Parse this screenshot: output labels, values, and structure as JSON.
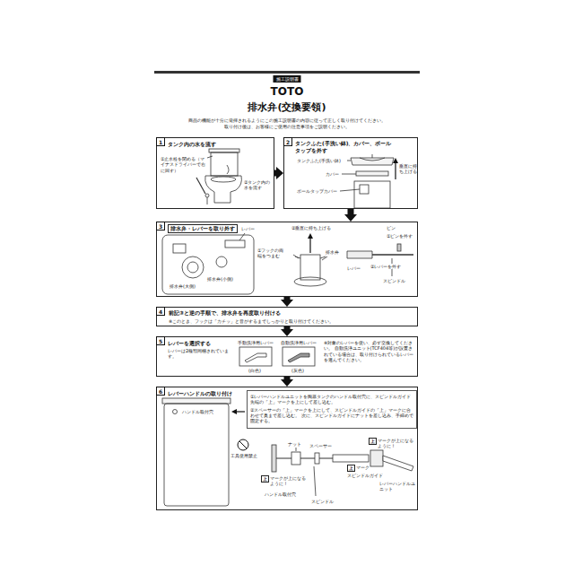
{
  "diagram": {
    "title": "排水弁(交換要領)",
    "nodes": [
      {
        "text": [
          "タンク内の水を流す"
        ]
      },
      {
        "text": [
          "1"
        ],
        "in": 0
      },
      {
        "text": [
          "タンクふた(手洗い鉢)、カバー、ボールタップを外す"
        ]
      },
      {
        "text": [
          "2"
        ],
        "in": 2
      },
      {
        "text": [
          "排水弁・レバーを取り外す"
        ]
      },
      {
        "text": [
          "3"
        ],
        "in": 4
      },
      {
        "text": [
          "前記③と逆の手順で、排水弁を再度取り付ける",
          "※このとき、フックは「カチッ」と音がするまでしっかりと取り付けてください。"
        ]
      },
      {
        "text": [
          "4"
        ],
        "in": 6
      },
      {
        "text": [
          "レバーを選択する",
          "レバーは2種類同梱されています。"
        ]
      },
      {
        "text": [
          "5"
        ],
        "in": 8
      },
      {
        "text": [
          "レバーハンドルの取り付け"
        ]
      },
      {
        "text": [
          "6"
        ],
        "in": 10
      },
      {
        "text": [
          "①レバーハンドルユニットを陶器タンクのハンドル取付穴に、スピンドルガイド先端の「上」マークを上にして差し込む。",
          "②スペーサーの「上」マークを上にして、スピンドルガイドの「上」マークに合わせて奥まで差し込む。 次に、スピンドルガイドにナットを差し込み、手締めで固定する。"
        ],
        "in": 10
      }
    ],
    "edges": [
      {
        "from": 0,
        "to": 2,
        "arrow": "to"
      },
      {
        "from": 2,
        "to": 4,
        "arrow": "to"
      },
      {
        "from": 4,
        "to": 6,
        "arrow": "to"
      },
      {
        "from": 6,
        "to": 8,
        "arrow": "to"
      },
      {
        "from": 8,
        "to": 10,
        "arrow": "to"
      }
    ],
    "labels": [
      "施工説明書",
      "TOTO",
      "商品の機能が十分に発揮されるようにこの施工説明書の内容に従って正しく取り付けてください。",
      "取り付け後は、お客様にご使用の注意事項をご説明ください。",
      "①止水栓を閉める（マイナスドライバーで右に回す）",
      "②タンク内の水を流す",
      "タンクふた(手洗い鉢)",
      "カバー",
      "ボールタップカバー",
      "垂直に持ち上げる",
      "レバー",
      "排水弁(小側)",
      "排水弁(大側)",
      "①フックの両端をつまむ",
      "②垂直に持ち上げる",
      "排水弁",
      "ピン",
      "①ピンを外す",
      "レバー",
      "②レバーを外す",
      "スピンドル",
      "手動洗浄用レバー",
      "(白色)",
      "自動洗浄用レバー",
      "(灰色)",
      "※対象のレバーを使い、必ず交換してください。 自動洗浄ユニット(TCF404等)が設置されている場合は、取り付けられているレバーを選んでください。",
      "ハンドル取付穴",
      "工具使用禁止",
      "ナット",
      "スペーサー",
      "上",
      "マークが上になるように！",
      "上",
      "マーク",
      "スピンドルガイド",
      "レバーハンドルユニット",
      "上",
      "マークが上になるように！",
      "ハンドル取付穴",
      "スピンドル"
    ]
  }
}
